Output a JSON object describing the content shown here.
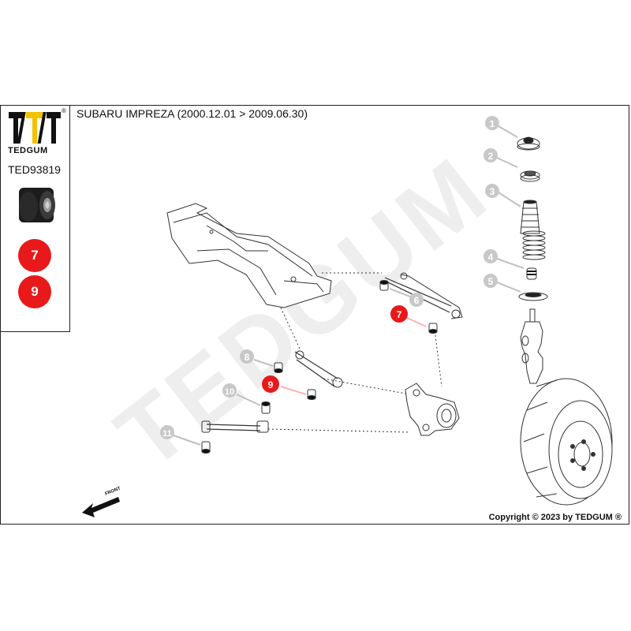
{
  "brand": {
    "name": "TEDGUM",
    "registered": "®"
  },
  "part_number": "TED93819",
  "title": "SUBARU IMPREZA  (2000.12.01 > 2009.06.30)",
  "selected_positions": [
    "7",
    "9"
  ],
  "callouts_gray": [
    "1",
    "2",
    "3",
    "4",
    "5",
    "6",
    "8",
    "10",
    "11"
  ],
  "callouts_red": [
    "7",
    "9"
  ],
  "front_label": "FRONT",
  "watermark": "TEDGUM",
  "copyright": "Copyright © 2023 by TEDGUM ®",
  "colors": {
    "highlight": "#e8191b",
    "callout_gray": "#c8c8c8",
    "brand_yellow": "#f2c200"
  }
}
